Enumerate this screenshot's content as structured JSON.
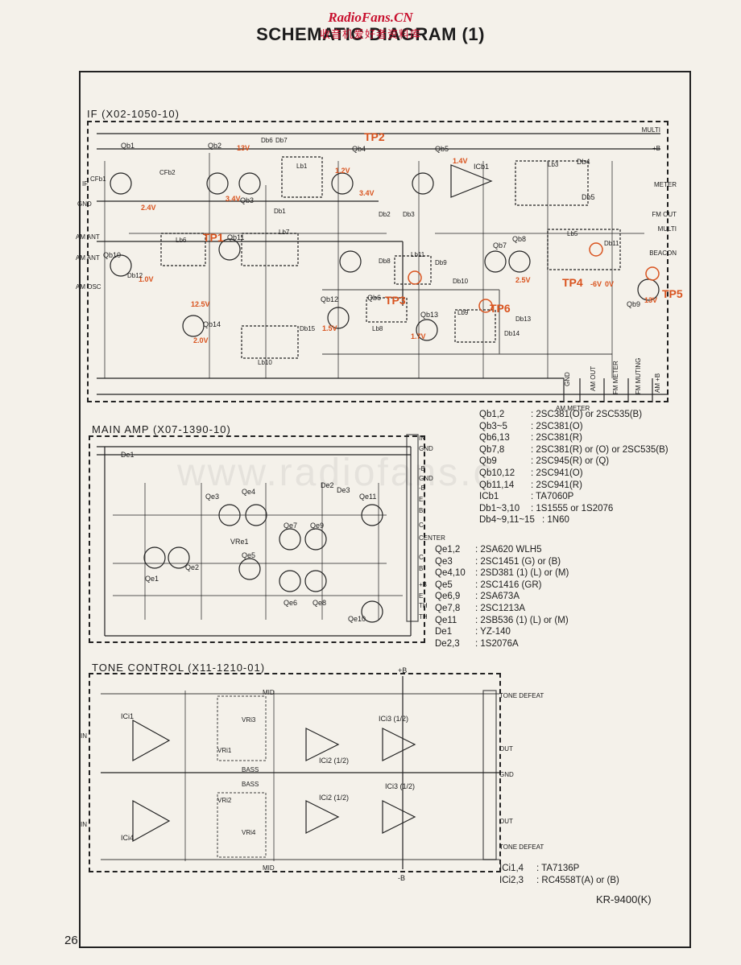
{
  "watermark": {
    "site": "RadioFans.CN",
    "sub": "收音机爱好者资料库",
    "overlay": "www.radiofans.c"
  },
  "page": {
    "title": "SCHEMATIC DIAGRAM (1)",
    "number": "26",
    "model": "KR-9400(K)"
  },
  "sections": {
    "if": {
      "label": "IF (X02-1050-10)"
    },
    "main_amp": {
      "label": "MAIN AMP (X07-1390-10)"
    },
    "tone": {
      "label": "TONE CONTROL (X11-1210-01)"
    }
  },
  "test_points": [
    "TP2",
    "TP1",
    "TP3",
    "TP6",
    "TP4",
    "TP5"
  ],
  "voltages": [
    "13V",
    "1.4V",
    "1.2V",
    "2.4V",
    "3.4V",
    "3.4V",
    "1.0V",
    "12.5V",
    "2.0V",
    "1.5V",
    "1.7V",
    "2.5V",
    "-6V",
    "0V",
    "13V"
  ],
  "if_connectors": [
    "MULTI",
    "+B",
    "METER",
    "FM OUT",
    "MULTI",
    "BEACON",
    "AM ANT",
    "AM ANT",
    "AM OSC",
    "GND",
    "IF"
  ],
  "if_bottom_labels": [
    "AM METER",
    "GND",
    "AM OUT",
    "FM METER",
    "FM MUTING",
    "AM +B"
  ],
  "main_connectors": [
    "IN",
    "GND",
    "-B",
    "GND",
    "-B",
    "E",
    "B",
    "C",
    "CENTER",
    "C",
    "B",
    "+B",
    "E",
    "TH",
    "TH"
  ],
  "tone_labels": [
    "TONE DEFEAT",
    "OUT",
    "GND",
    "OUT",
    "TONE DEFEAT",
    "IN",
    "IN",
    "+B",
    "-B",
    "MID",
    "MID",
    "BASS",
    "BASS"
  ],
  "tone_ic_labels": [
    "ICi1",
    "ICi4",
    "ICi2 (1/2)",
    "ICi3 (1/2)",
    "ICi2 (1/2)",
    "ICi3 (1/2)"
  ],
  "parts_if": [
    {
      "ref": "Qb1,2",
      "value": ": 2SC381(O) or 2SC535(B)"
    },
    {
      "ref": "Qb3~5",
      "value": ": 2SC381(O)"
    },
    {
      "ref": "Qb6,13",
      "value": ": 2SC381(R)"
    },
    {
      "ref": "Qb7,8",
      "value": ": 2SC381(R) or (O) or 2SC535(B)"
    },
    {
      "ref": "Qb9",
      "value": ": 2SC945(R) or (Q)"
    },
    {
      "ref": "Qb10,12",
      "value": ": 2SC941(O)"
    },
    {
      "ref": "Qb11,14",
      "value": ": 2SC941(R)"
    },
    {
      "ref": "ICb1",
      "value": ": TA7060P"
    },
    {
      "ref": "Db1~3,10",
      "value": ": 1S1555 or 1S2076"
    },
    {
      "ref": "Db4~9,11~15",
      "value": ": 1N60"
    }
  ],
  "parts_main": [
    {
      "ref": "Qe1,2",
      "value": ": 2SA620 WLH5"
    },
    {
      "ref": "Qe3",
      "value": ": 2SC1451 (G) or (B)"
    },
    {
      "ref": "Qe4,10",
      "value": ": 2SD381 (1) (L) or (M)"
    },
    {
      "ref": "Qe5",
      "value": ": 2SC1416 (GR)"
    },
    {
      "ref": "Qe6,9",
      "value": ": 2SA673A"
    },
    {
      "ref": "Qe7,8",
      "value": ": 2SC1213A"
    },
    {
      "ref": "Qe11",
      "value": ": 2SB536 (1) (L) or (M)"
    },
    {
      "ref": "De1",
      "value": ": YZ-140"
    },
    {
      "ref": "De2,3",
      "value": ": 1S2076A"
    }
  ],
  "parts_tone": [
    {
      "ref": "ICi1,4",
      "value": ": TA7136P"
    },
    {
      "ref": "ICi2,3",
      "value": ": RC4558T(A) or (B)"
    }
  ],
  "component_labels": {
    "if": [
      "Qb1",
      "Qb2",
      "Qb3",
      "Qb4",
      "Qb5",
      "ICb1",
      "Db4",
      "Db5",
      "Qb7",
      "Qb8",
      "Qb9",
      "Qb10",
      "Qb11",
      "Qb12",
      "Qb13",
      "Qb14",
      "Qb6",
      "CFb1",
      "CFb2",
      "Lb1",
      "Lb3",
      "Lb5",
      "Lb6",
      "Lb7",
      "Lb8",
      "Lb9",
      "Lb10",
      "Lb11",
      "Db1",
      "Db2",
      "Db3",
      "Db6",
      "Db7",
      "Db8",
      "Db9",
      "Db10",
      "Db11",
      "Db12",
      "Db13",
      "Db14",
      "Db15"
    ],
    "main": [
      "Qe1",
      "Qe2",
      "Qe3",
      "Qe4",
      "Qe5",
      "Qe6",
      "Qe7",
      "Qe8",
      "Qe9",
      "Qe10",
      "Qe11",
      "De1",
      "De2",
      "De3",
      "VRe1"
    ],
    "tone": [
      "VRi1",
      "VRi2",
      "VRi3",
      "VRi4"
    ]
  },
  "colors": {
    "ink": "#1c1c1c",
    "paper": "#f4f1ea",
    "annotation": "#d9531e",
    "watermark": "#c8102e"
  }
}
